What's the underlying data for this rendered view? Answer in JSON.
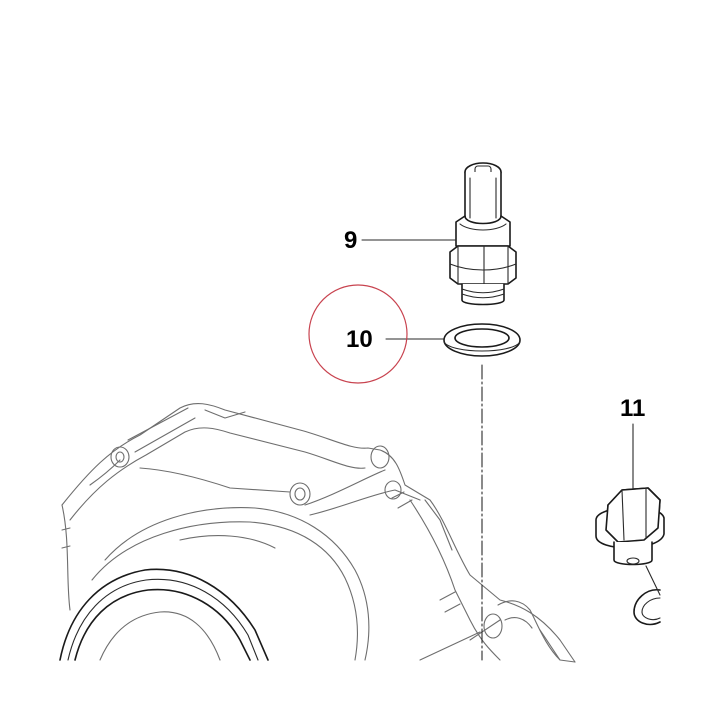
{
  "callouts": {
    "part_9": "9",
    "part_10": "10",
    "part_11": "11"
  },
  "colors": {
    "line": "#1a1a1a",
    "highlight_circle": "#c8434f",
    "background": "#ffffff"
  }
}
